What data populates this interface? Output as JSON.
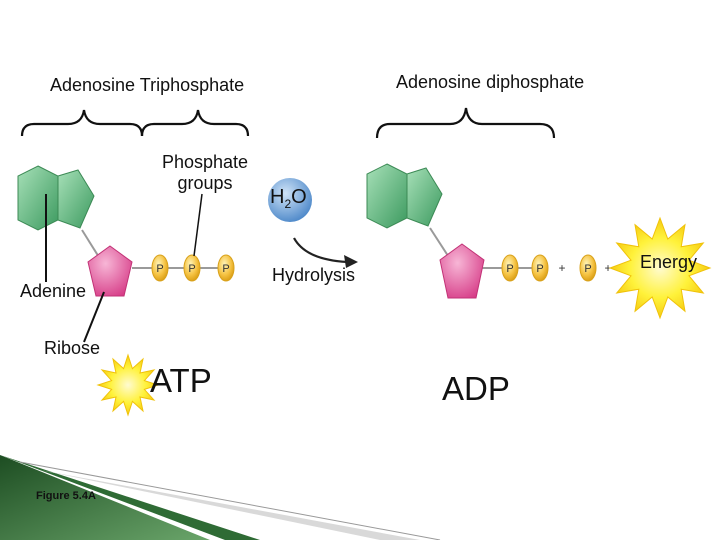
{
  "title_atp": "Adenosine  Triphosphate",
  "title_adp": "Adenosine diphosphate",
  "phosphate_groups": [
    "Phosphate",
    "groups"
  ],
  "water": {
    "main": "H",
    "sub": "2",
    "tail": "O"
  },
  "hydrolysis": "Hydrolysis",
  "adenine": "Adenine",
  "ribose": "Ribose",
  "atp": "ATP",
  "adp": "ADP",
  "energy": "Energy",
  "phosphate_symbol": "P",
  "plus_symbol": "+",
  "figure_caption": "Figure 5.4A",
  "colors": {
    "adenine": "#5dbb7d",
    "ribose": "#e85a9c",
    "phosphate": "#f5c242",
    "water": "#6fa8dc",
    "energy": "#ffec1f",
    "corner": "#2f6b35"
  }
}
